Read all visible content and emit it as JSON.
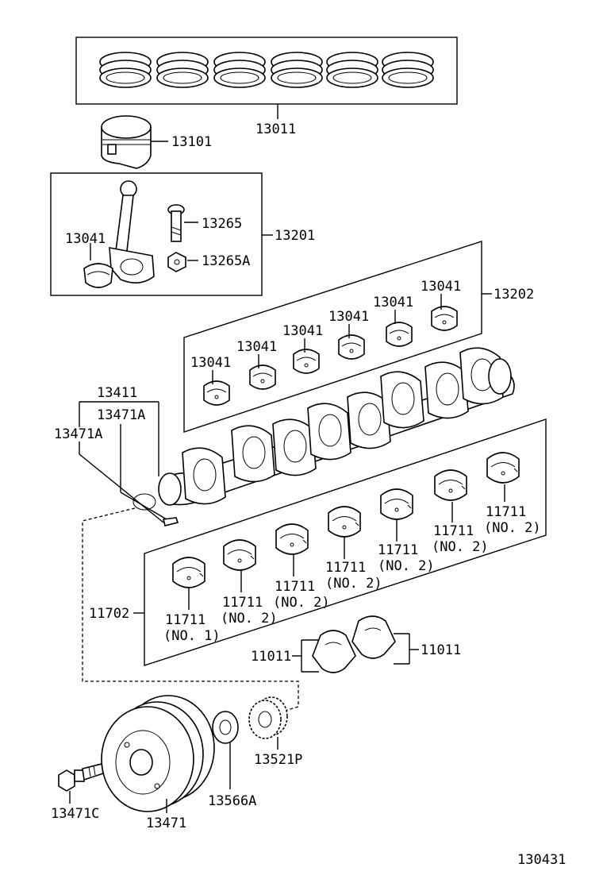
{
  "diagram": {
    "labels": {
      "piston_ring_set": "13011",
      "piston": "13101",
      "rod_bearing_in_rod": "13041",
      "rod_bolt": "13265",
      "rod_nut": "13265A",
      "connecting_rod_sub_assy": "13201",
      "rod_bearing_set": "13202",
      "rod_bearing_1": "13041",
      "rod_bearing_2": "13041",
      "rod_bearing_3": "13041",
      "rod_bearing_4": "13041",
      "rod_bearing_5": "13041",
      "rod_bearing_6": "13041",
      "crankshaft": "13411",
      "key_upper": "13471A",
      "key_left": "13471A",
      "main_bearing_set": "11702",
      "main_bearing_no1_num": "11711",
      "main_bearing_no1_tag": "(NO. 1)",
      "main_bearing_a_num": "11711",
      "main_bearing_a_tag": "(NO. 2)",
      "main_bearing_b_num": "11711",
      "main_bearing_b_tag": "(NO. 2)",
      "main_bearing_c_num": "11711",
      "main_bearing_c_tag": "(NO. 2)",
      "main_bearing_d_num": "11711",
      "main_bearing_d_tag": "(NO. 2)",
      "main_bearing_e_num": "11711",
      "main_bearing_e_tag": "(NO. 2)",
      "main_bearing_f_num": "11711",
      "main_bearing_f_tag": "(NO. 2)",
      "thrust_washer_left": "11011",
      "thrust_washer_right": "11011",
      "crank_pulley": "13471",
      "pulley_bolt": "13471C",
      "pulley_washer": "13566A",
      "timing_pulley": "13521P",
      "diagram_number": "130431"
    }
  }
}
